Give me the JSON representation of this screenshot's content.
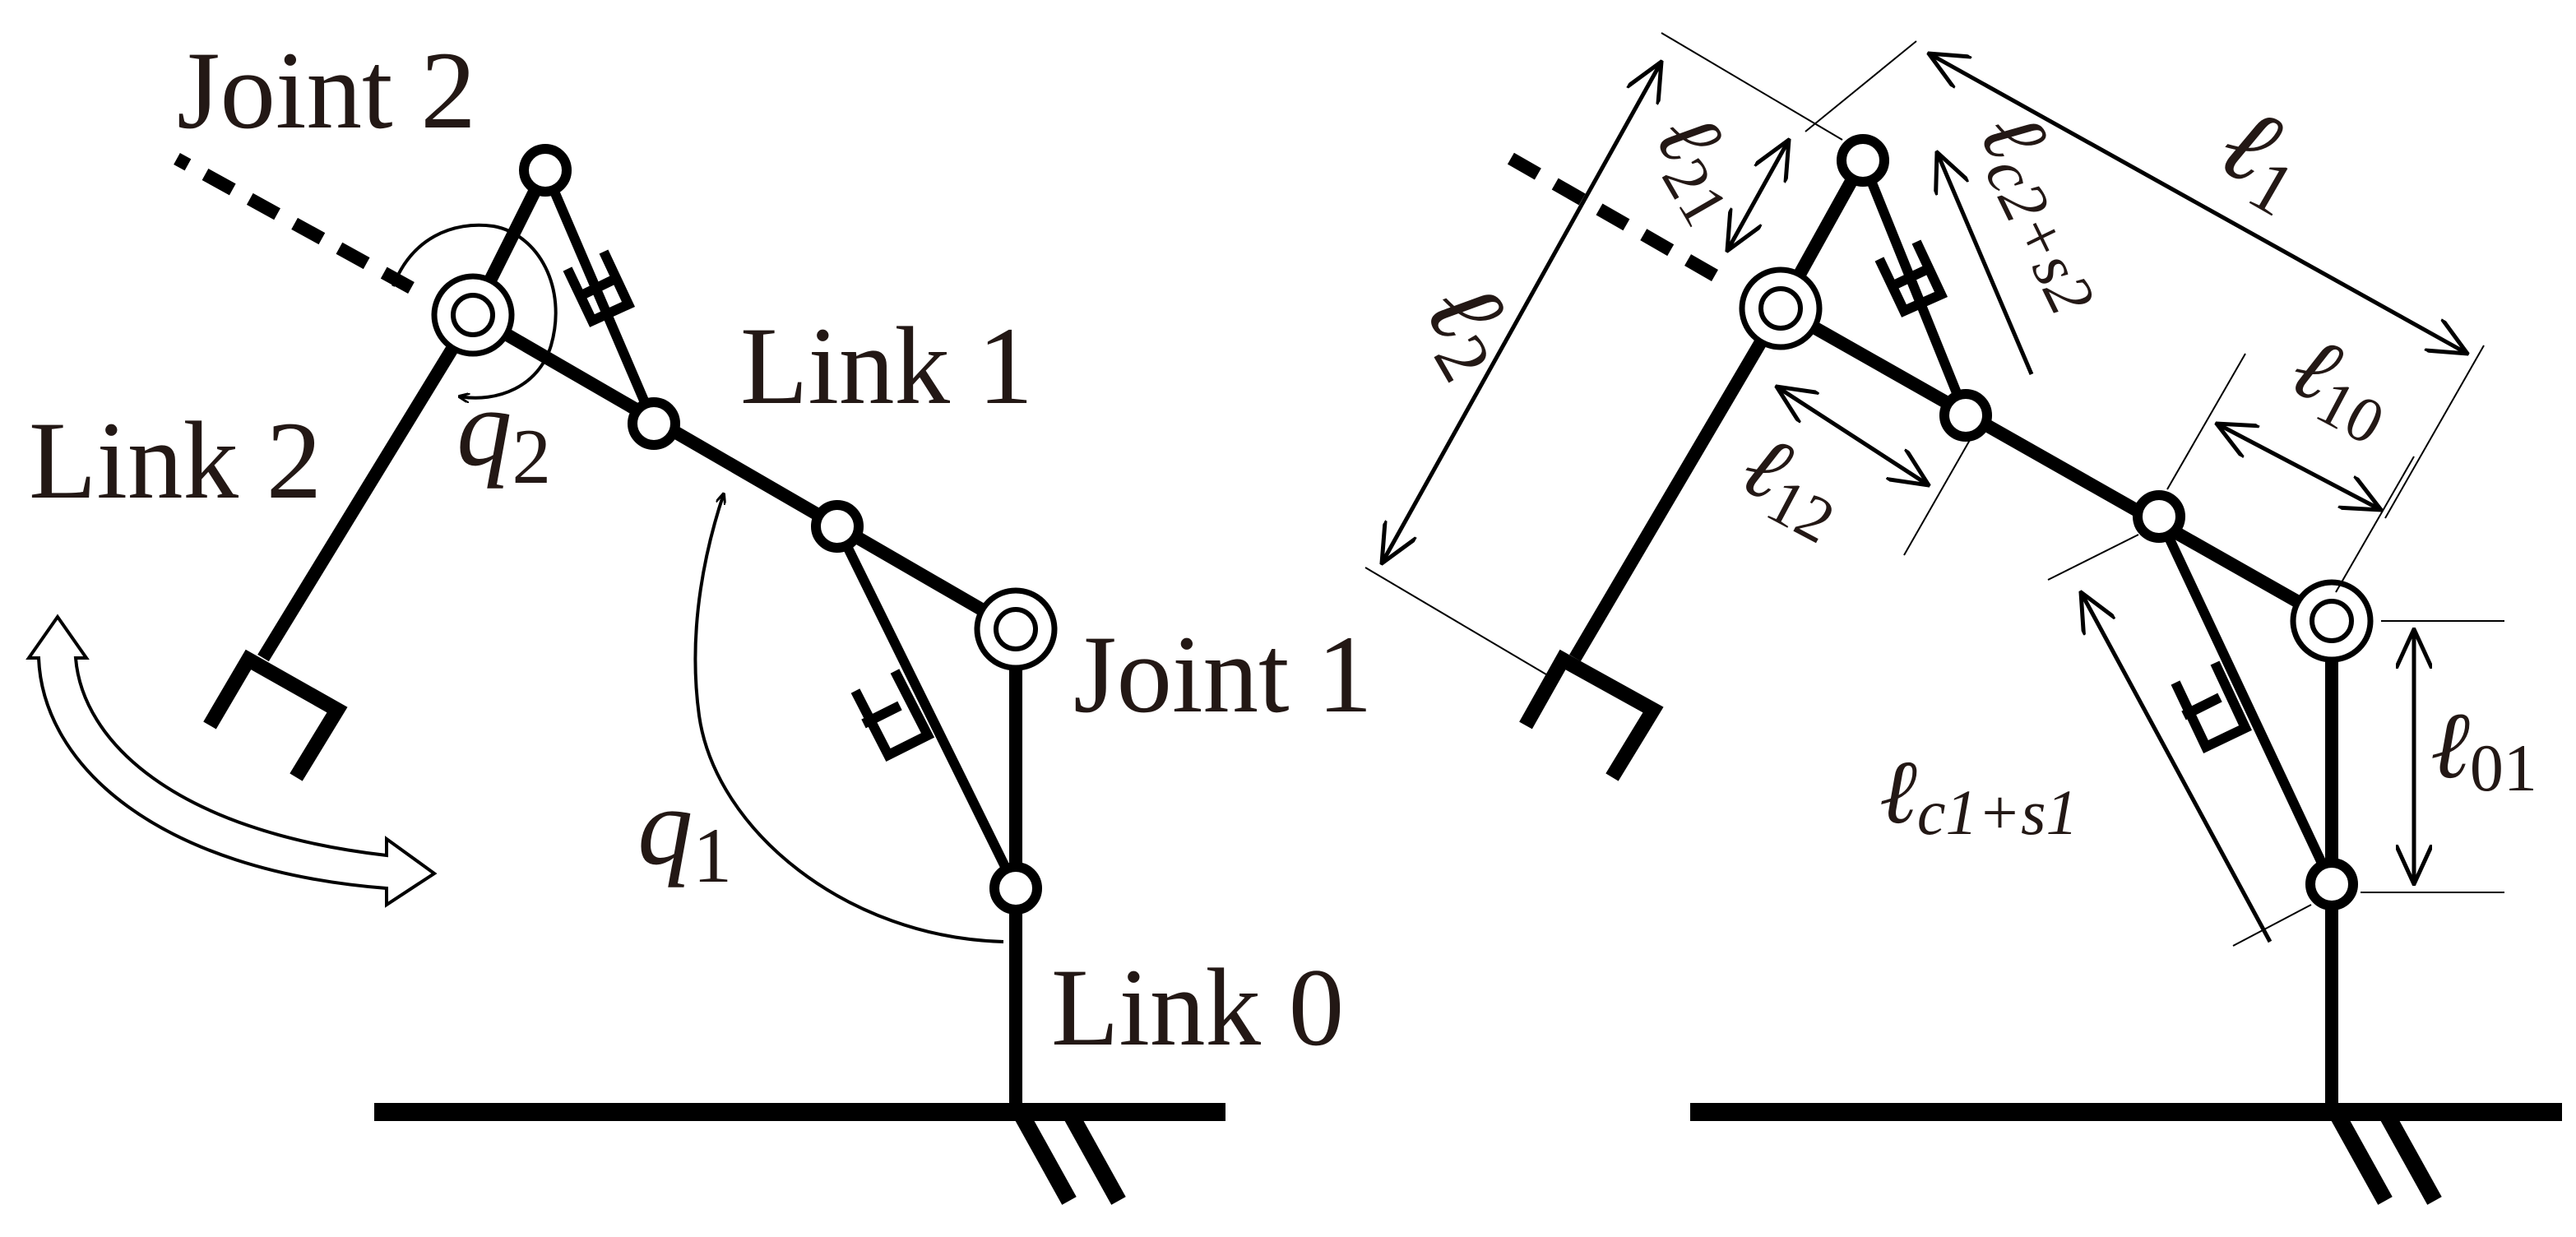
{
  "left": {
    "joint2": "Joint 2",
    "link1": "Link 1",
    "link2": "Link 2",
    "joint1": "Joint 1",
    "link0": "Link 0",
    "q1": "q",
    "q1_sub": "1",
    "q2": "q",
    "q2_sub": "2"
  },
  "right": {
    "l1": "ℓ",
    "l1_sub": "1",
    "l2": "ℓ",
    "l2_sub": "2",
    "l21": "ℓ",
    "l21_sub": "21",
    "lc2": "ℓ",
    "lc2_sub": "c2+s2",
    "l10": "ℓ",
    "l10_sub": "10",
    "l12": "ℓ",
    "l12_sub": "12",
    "l01": "ℓ",
    "l01_sub": "01",
    "lc1": "ℓ",
    "lc1_sub": "c1+s1"
  }
}
